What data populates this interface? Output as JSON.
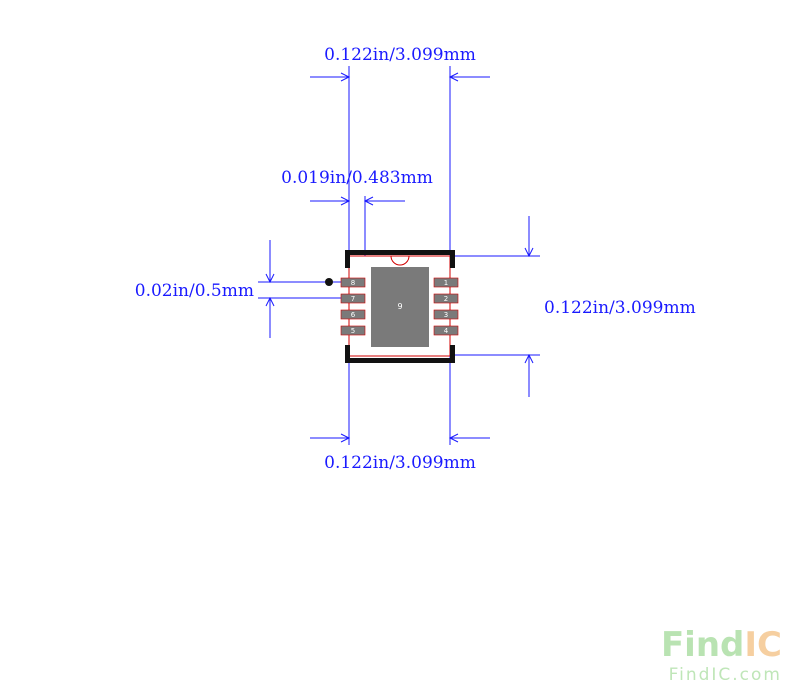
{
  "dimensions": {
    "top_width": "0.122in/3.099mm",
    "pin_width": "0.019in/0.483mm",
    "pitch": "0.02in/0.5mm",
    "right_height": "0.122in/3.099mm",
    "bottom_width": "0.122in/3.099mm"
  },
  "package": {
    "left_pins": [
      "8",
      "7",
      "6",
      "5"
    ],
    "right_pins": [
      "1",
      "2",
      "3",
      "4"
    ],
    "exposed_pad": "9"
  },
  "watermark": {
    "brand_part1": "Find",
    "brand_part2": "IC",
    "url": "FindIC.com"
  },
  "colors": {
    "dimension": "#1a1aff",
    "outline": "#d00000",
    "body": "#111111",
    "pad": "#7a7a7a",
    "watermark_green": "#b9e3b2",
    "watermark_orange": "#f6cfa0"
  }
}
